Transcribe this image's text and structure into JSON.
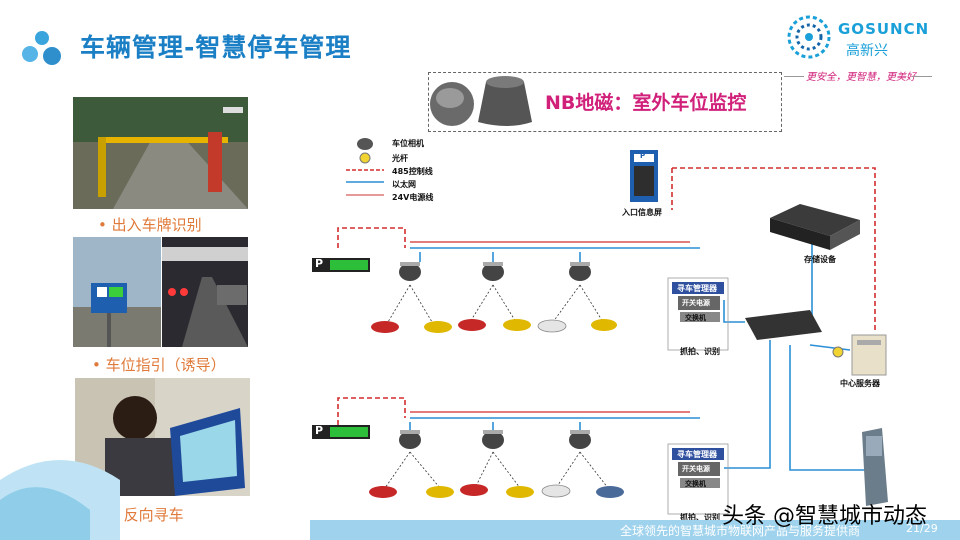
{
  "title": "车辆管理-智慧停车管理",
  "brand": {
    "name_en": "GOSUNCN",
    "name_cn": "高新兴",
    "slogan": "更安全，更智慧，更美好"
  },
  "left": {
    "bullets": [
      "出入车牌识别",
      "车位指引（诱导）",
      "反向寻车"
    ]
  },
  "nb": {
    "text": "NB地磁：室外车位监控"
  },
  "legend": {
    "items": [
      "车位相机",
      "光杆",
      "485控制线",
      "以太网",
      "24V电源线"
    ]
  },
  "labels": {
    "entrance_screen": "入口信息屏",
    "storage": "存储设备",
    "server": "中心服务器",
    "manager1": "寻车管理器",
    "manager2": "寻车管理器",
    "switch1": "开关电源",
    "switch1b": "交换机",
    "capture1": "抓拍、识别",
    "switch2": "开关电源",
    "switch2b": "交换机",
    "capture2": "抓拍、识别",
    "p_sign": "P"
  },
  "footer": {
    "text": "全球领先的智慧城市物联网产品与服务提供商",
    "page": "21/29"
  },
  "watermark": "头条 @智慧城市动态",
  "colors": {
    "title": "#1a7fc4",
    "accent": "#e07a3a",
    "nb": "#d1207a",
    "red_line": "#d32f2f",
    "blue_line": "#2a8fd6"
  }
}
